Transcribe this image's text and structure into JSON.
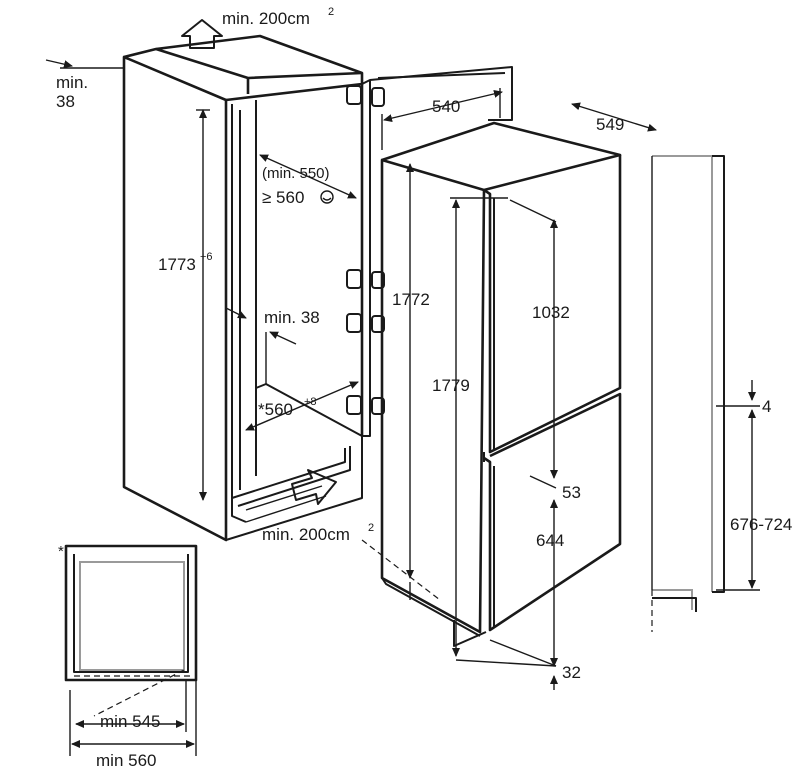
{
  "labels": {
    "vent_top": "min. 200cm",
    "vent_top_sup": "2",
    "vent_bottom": "min. 200cm",
    "vent_bottom_sup": "2",
    "top_gap_1": "min.",
    "top_gap_2": "38",
    "niche_height": "1773",
    "niche_height_sup": "+6",
    "depth_min": "(min. 550)",
    "depth_ge": "≥ 560",
    "side_gap": "min. 38",
    "niche_width": "*560",
    "niche_width_sup": "+8",
    "door_width": "540",
    "appliance_depth": "549",
    "appliance_height": "1772",
    "door_height_total": "1779",
    "fridge_door": "1032",
    "door_gap": "53",
    "freezer_door": "644",
    "bottom_gap": "32",
    "plinth_gap": "4",
    "plinth_range": "676-724",
    "asterisk": "*",
    "min_545": "min 545",
    "min_560": "min 560"
  }
}
